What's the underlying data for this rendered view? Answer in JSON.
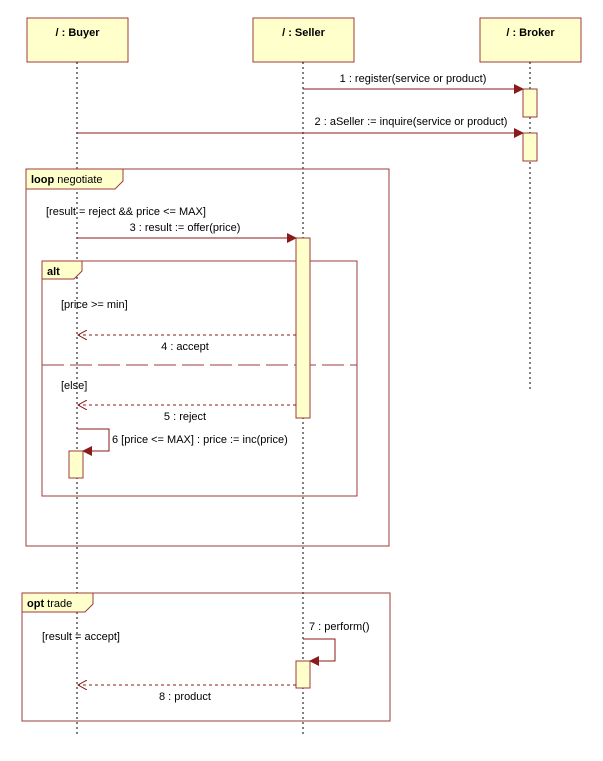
{
  "lifelines": {
    "buyer": "/ : Buyer",
    "seller": "/ : Seller",
    "broker": "/ : Broker"
  },
  "messages": {
    "m1": "1 : register(service or product)",
    "m2": "2 : aSeller := inquire(service or product)",
    "m3": "3 : result := offer(price)",
    "m4": "4 : accept",
    "m5": "5 : reject",
    "m6": "6 [price <= MAX] : price := inc(price)",
    "m7": "7 : perform()",
    "m8": "8 : product"
  },
  "fragments": {
    "loop": {
      "keyword": "loop",
      "name": "negotiate",
      "guard": "[result = reject && price <= MAX]"
    },
    "alt": {
      "keyword": "alt",
      "guard1": "[price >= min]",
      "guard2": "[else]"
    },
    "opt": {
      "keyword": "opt",
      "name": "trade",
      "guard": "[result = accept]"
    }
  },
  "colors": {
    "box_fill": "#ffffcc",
    "border": "#9c3b3b",
    "arrow": "#8b1a1a"
  }
}
